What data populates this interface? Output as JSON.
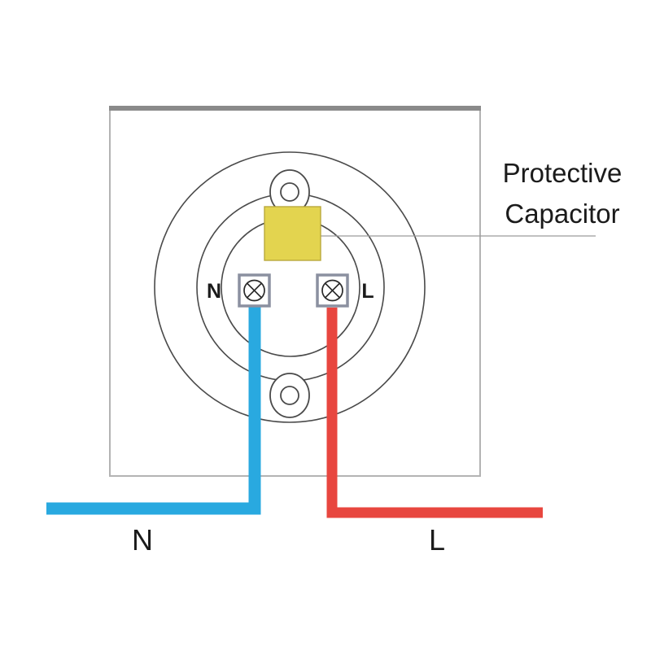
{
  "annotation": {
    "line1": "Protective",
    "line2": "Capacitor"
  },
  "terminals": {
    "neutral_label": "N",
    "live_label": "L"
  },
  "wire_labels": {
    "neutral": "N",
    "live": "L"
  },
  "colors": {
    "neutral_wire": "#29a9e0",
    "live_wire": "#e8463f",
    "capacitor_fill": "#e3d44f",
    "capacitor_stroke": "#b9a93e",
    "plate_border": "#b3b3b3",
    "plate_top_border": "#8a8a8a",
    "outline": "#4a4a4a",
    "terminal_border": "#8b90a0",
    "leader_line": "#9a9a9a"
  }
}
